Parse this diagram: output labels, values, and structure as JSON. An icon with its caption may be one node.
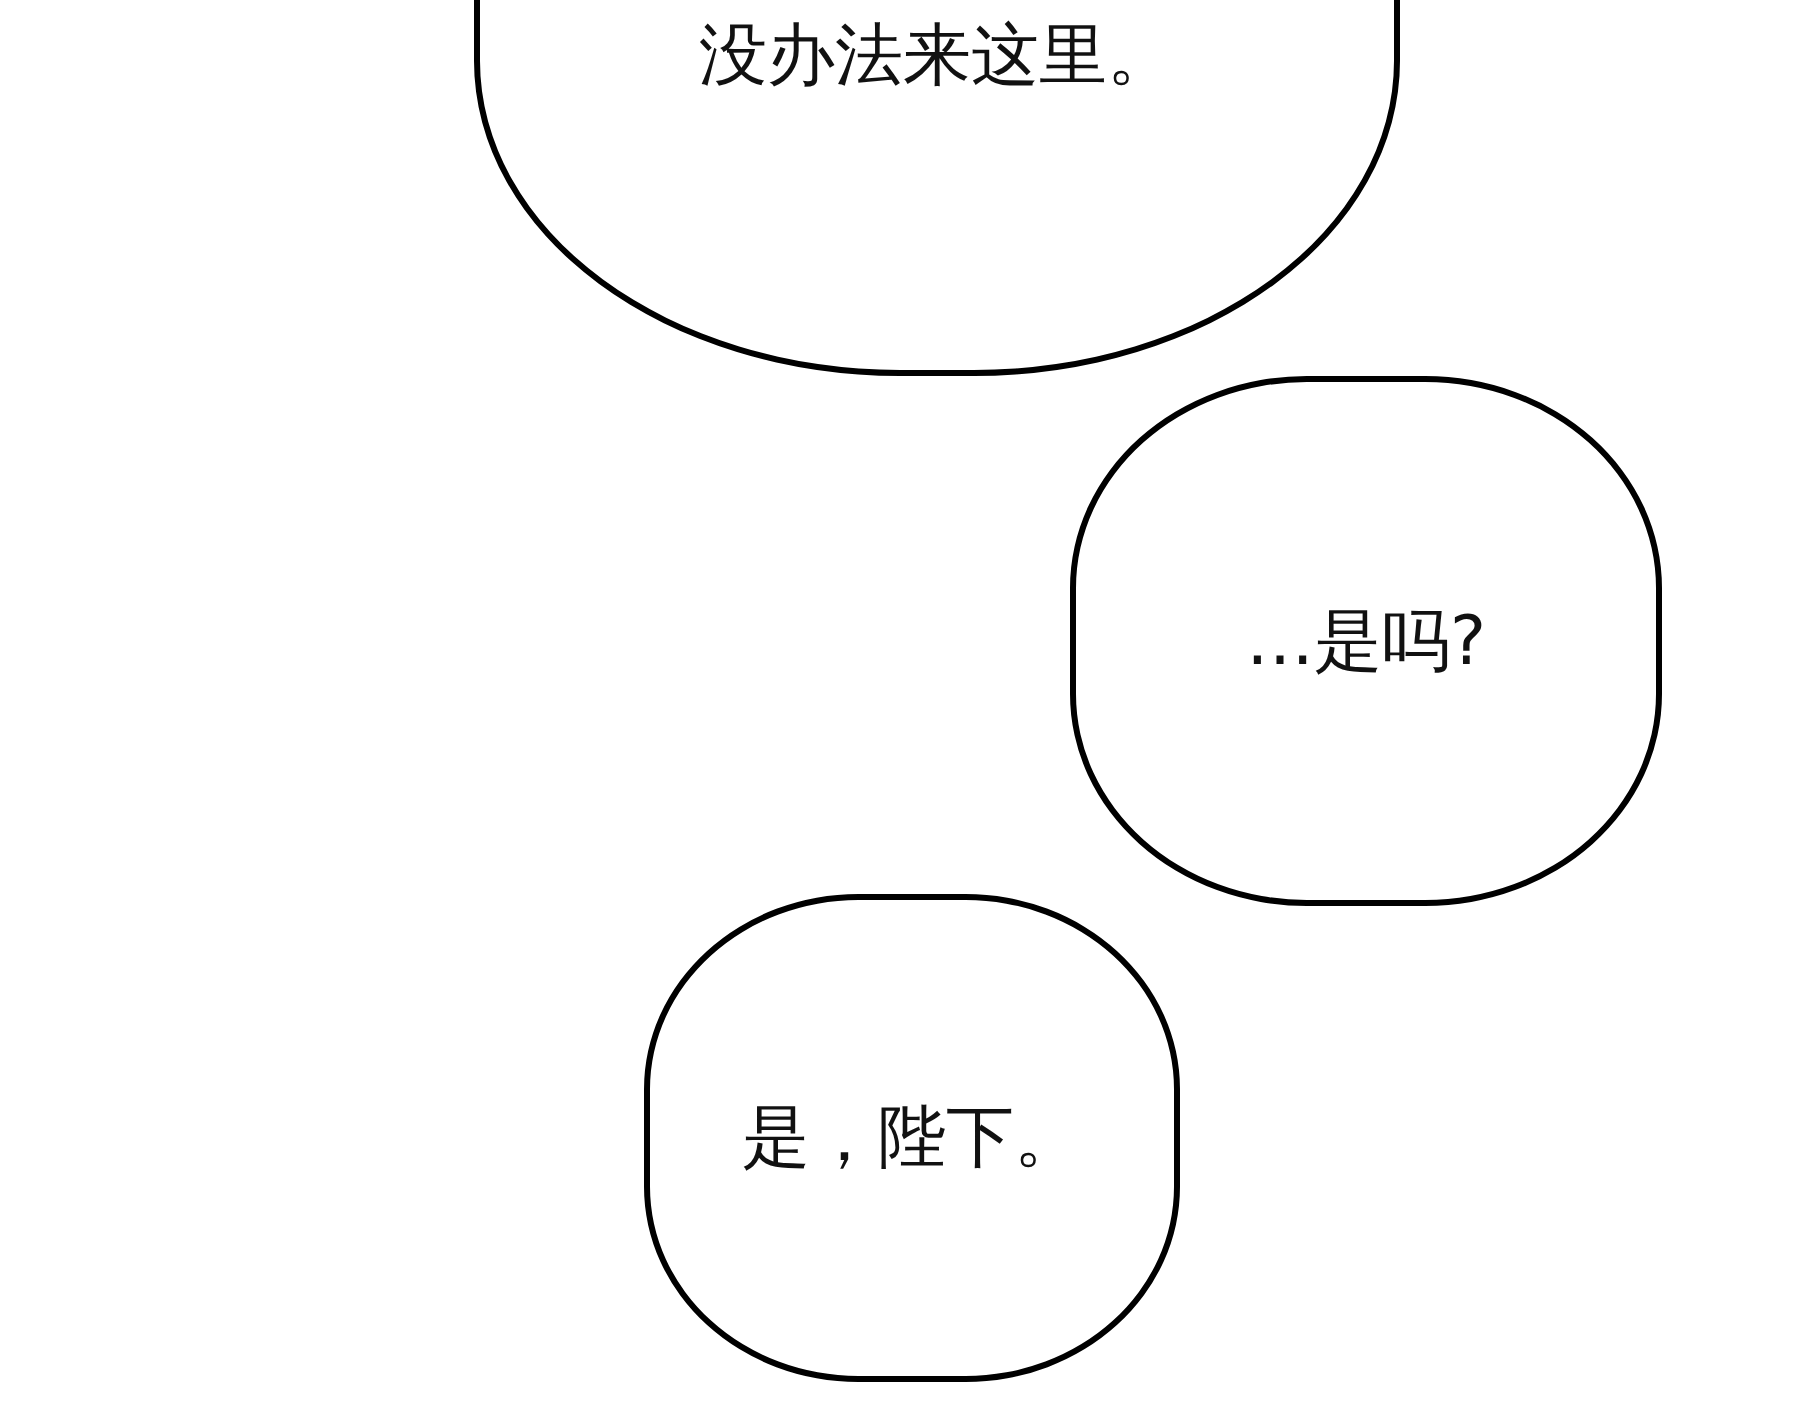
{
  "diagram": {
    "nodes": [
      {
        "text": [
          "没办法来这里。"
        ]
      },
      {
        "text": [
          "…是吗?"
        ]
      },
      {
        "text": [
          "是，陛下。"
        ]
      }
    ]
  }
}
